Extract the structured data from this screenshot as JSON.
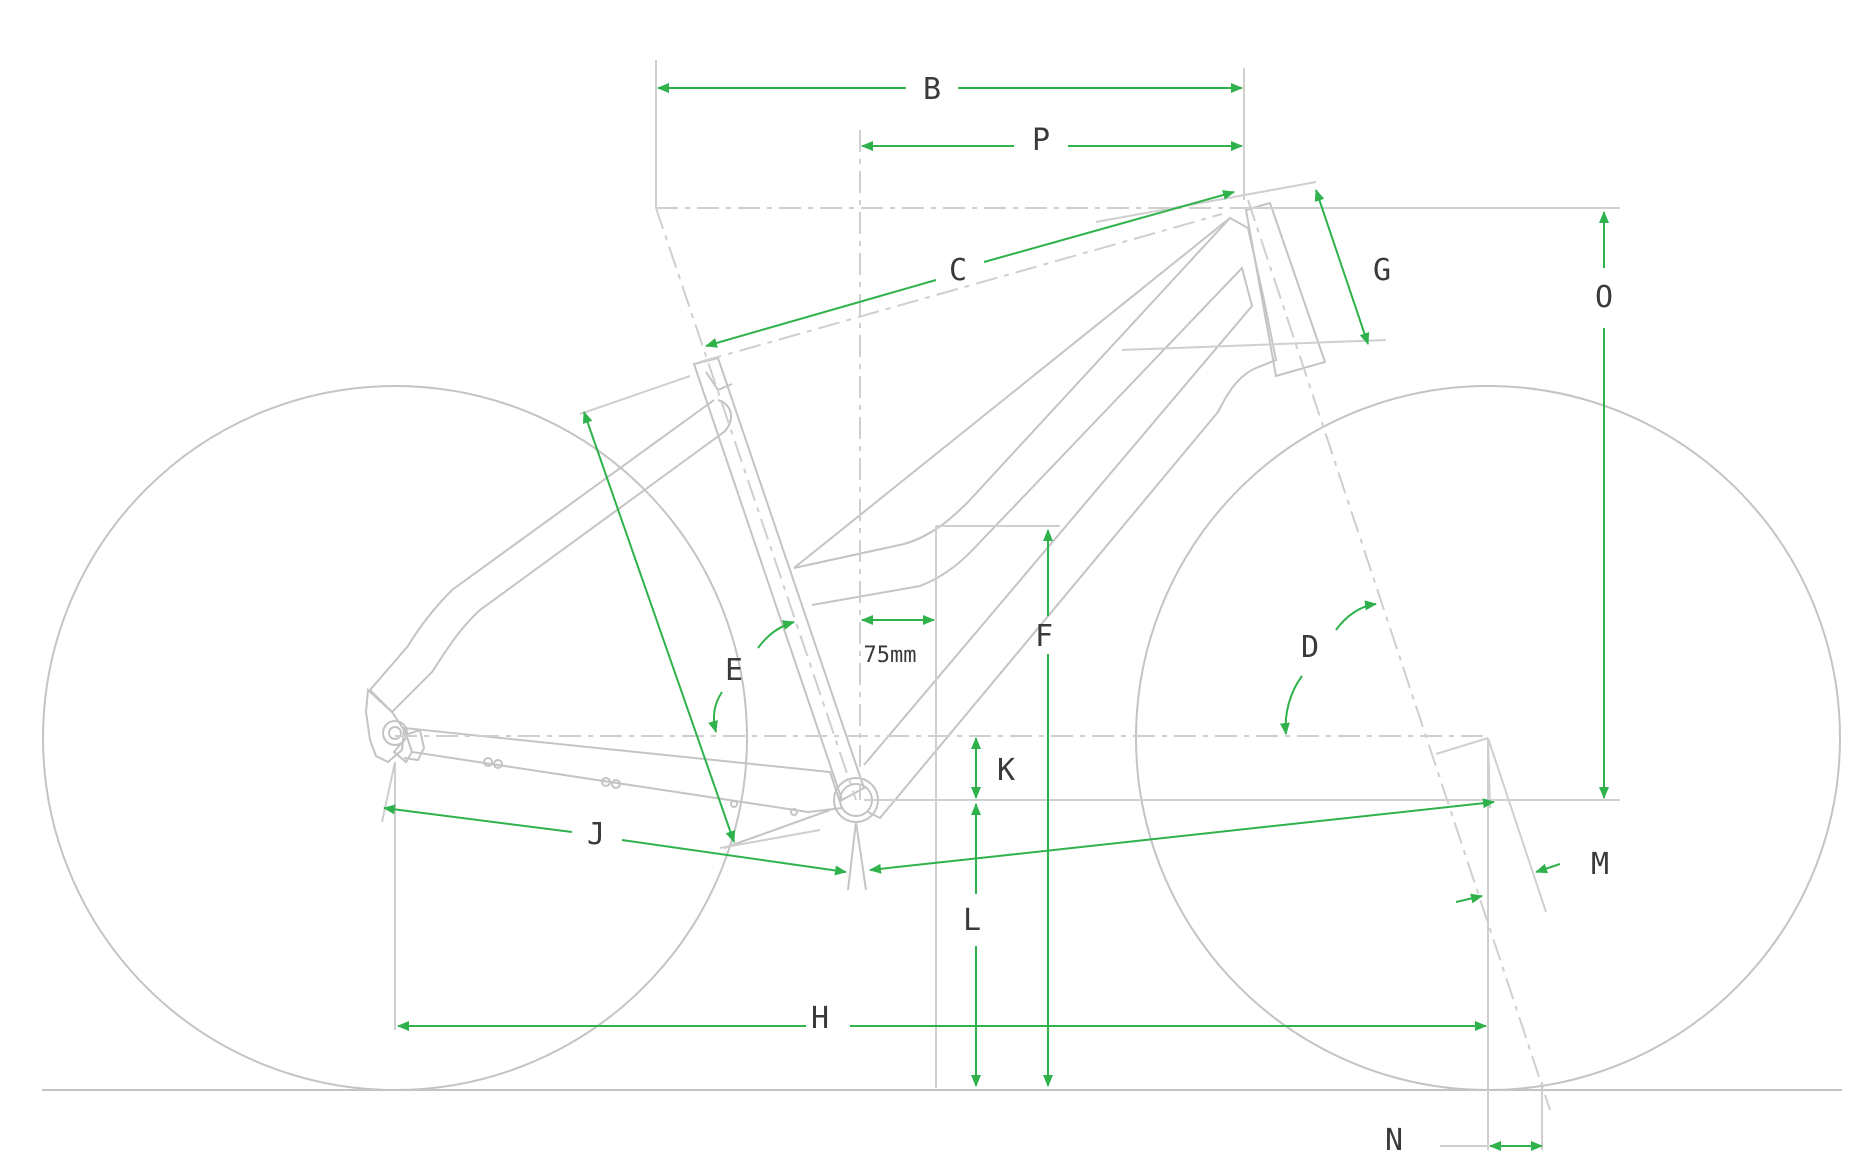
{
  "colors": {
    "frame": "#c4c4c4",
    "guide": "#cfcfcf",
    "dimension": "#2fb24c",
    "label": "#3a3a3a",
    "background": "#ffffff"
  },
  "labels": {
    "B": "B",
    "P": "P",
    "C": "C",
    "G": "G",
    "O": "O",
    "E": "E",
    "D": "D",
    "F": "F",
    "K": "K",
    "J": "J",
    "L": "L",
    "M": "M",
    "H": "H",
    "N": "N",
    "offset": "75mm"
  }
}
